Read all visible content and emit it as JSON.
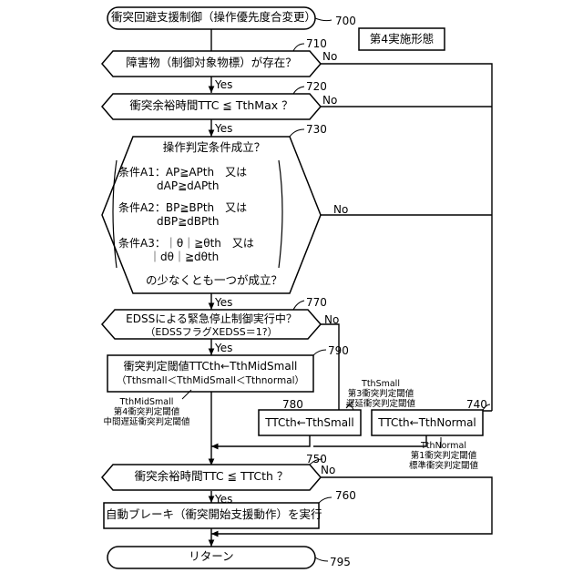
{
  "start": "衝突回避支援制御（操作優先度合変更）",
  "ref_start": "700",
  "embodiment": "第4実施形態",
  "yes": "Yes",
  "no": "No",
  "step710": {
    "ref": "710",
    "text": "障害物（制御対象物標）が存在？"
  },
  "step720": {
    "ref": "720",
    "text": "衝突余裕時間TTC ≦ TthMax ？"
  },
  "step730": {
    "ref": "730",
    "title": "操作判定条件成立？",
    "a1_line1": "条件A1：AP≧APth　又は",
    "a1_line2": "dAP≧dAPth",
    "a2_line1": "条件A2：BP≧BPth　又は",
    "a2_line2": "dBP≧dBPth",
    "a3_line1": "条件A3：｜θ｜≧θth　又は",
    "a3_line2": "｜dθ｜≧dθth",
    "footer": "の少なくとも一つが成立？"
  },
  "step770": {
    "ref": "770",
    "line1": "EDSSによる緊急停止制御実行中？",
    "line2": "（EDSSフラグXEDSS＝1?）"
  },
  "step790": {
    "ref": "790",
    "line1": "衝突判定閾値TTCth←TthMidSmall",
    "line2": "（Tthsmall＜TthMidSmall＜Tthnormal）",
    "note": [
      "TthMidSmall",
      "第4衝突判定閾値",
      "中間遅延衝突判定閾値"
    ]
  },
  "step780": {
    "ref": "780",
    "text": "TTCth←TthSmall",
    "note": [
      "TthSmall",
      "第3衝突判定閾値",
      "遅延衝突判定閾値"
    ]
  },
  "step740": {
    "ref": "740",
    "text": "TTCth←TthNormal",
    "note": [
      "TthNormal",
      "第1衝突判定閾値",
      "標準衝突判定閾値"
    ]
  },
  "step750": {
    "ref": "750",
    "text": "衝突余裕時間TTC ≦ TTCth ？"
  },
  "step760": {
    "ref": "760",
    "text": "自動ブレーキ（衝突開始支援動作）を実行"
  },
  "end": {
    "ref": "795",
    "text": "リターン"
  }
}
